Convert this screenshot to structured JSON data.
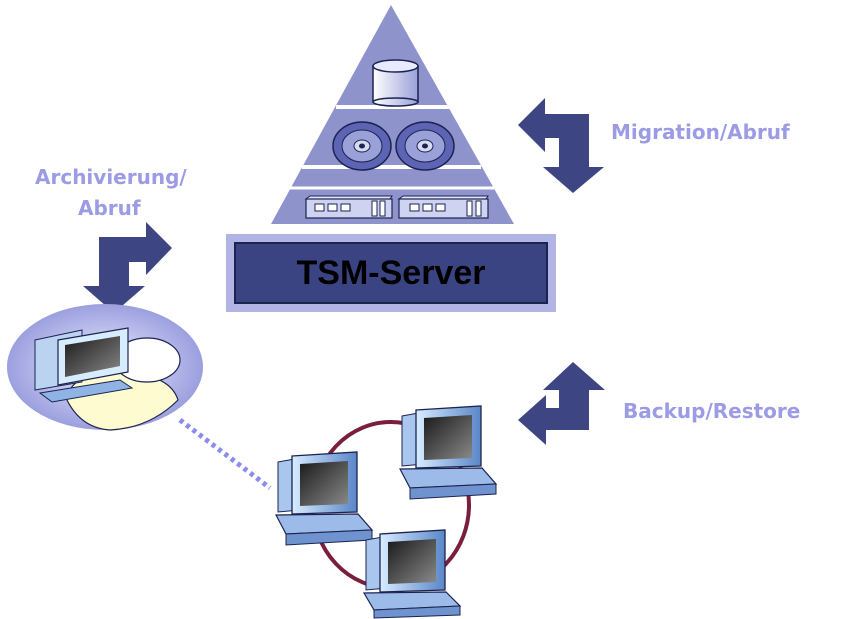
{
  "server": {
    "label": "TSM-Server"
  },
  "labels": {
    "migration": "Migration/Abruf",
    "archive_line1": "Archivierung/",
    "archive_line2": "Abruf",
    "backup": "Backup/Restore"
  },
  "colors": {
    "arrow": "#3d4682",
    "label_text": "#9b9be6",
    "pyramid_fill": "#8f93cc",
    "server_box": "#3b4483",
    "ring": "#7a1e3c",
    "dotted_link": "#8b8bf0"
  },
  "icons": [
    "storage-pyramid",
    "disk-cylinder-icon",
    "cd-disc-icon",
    "tape-drive-icon",
    "workstation-icon",
    "archive-client-icon"
  ]
}
